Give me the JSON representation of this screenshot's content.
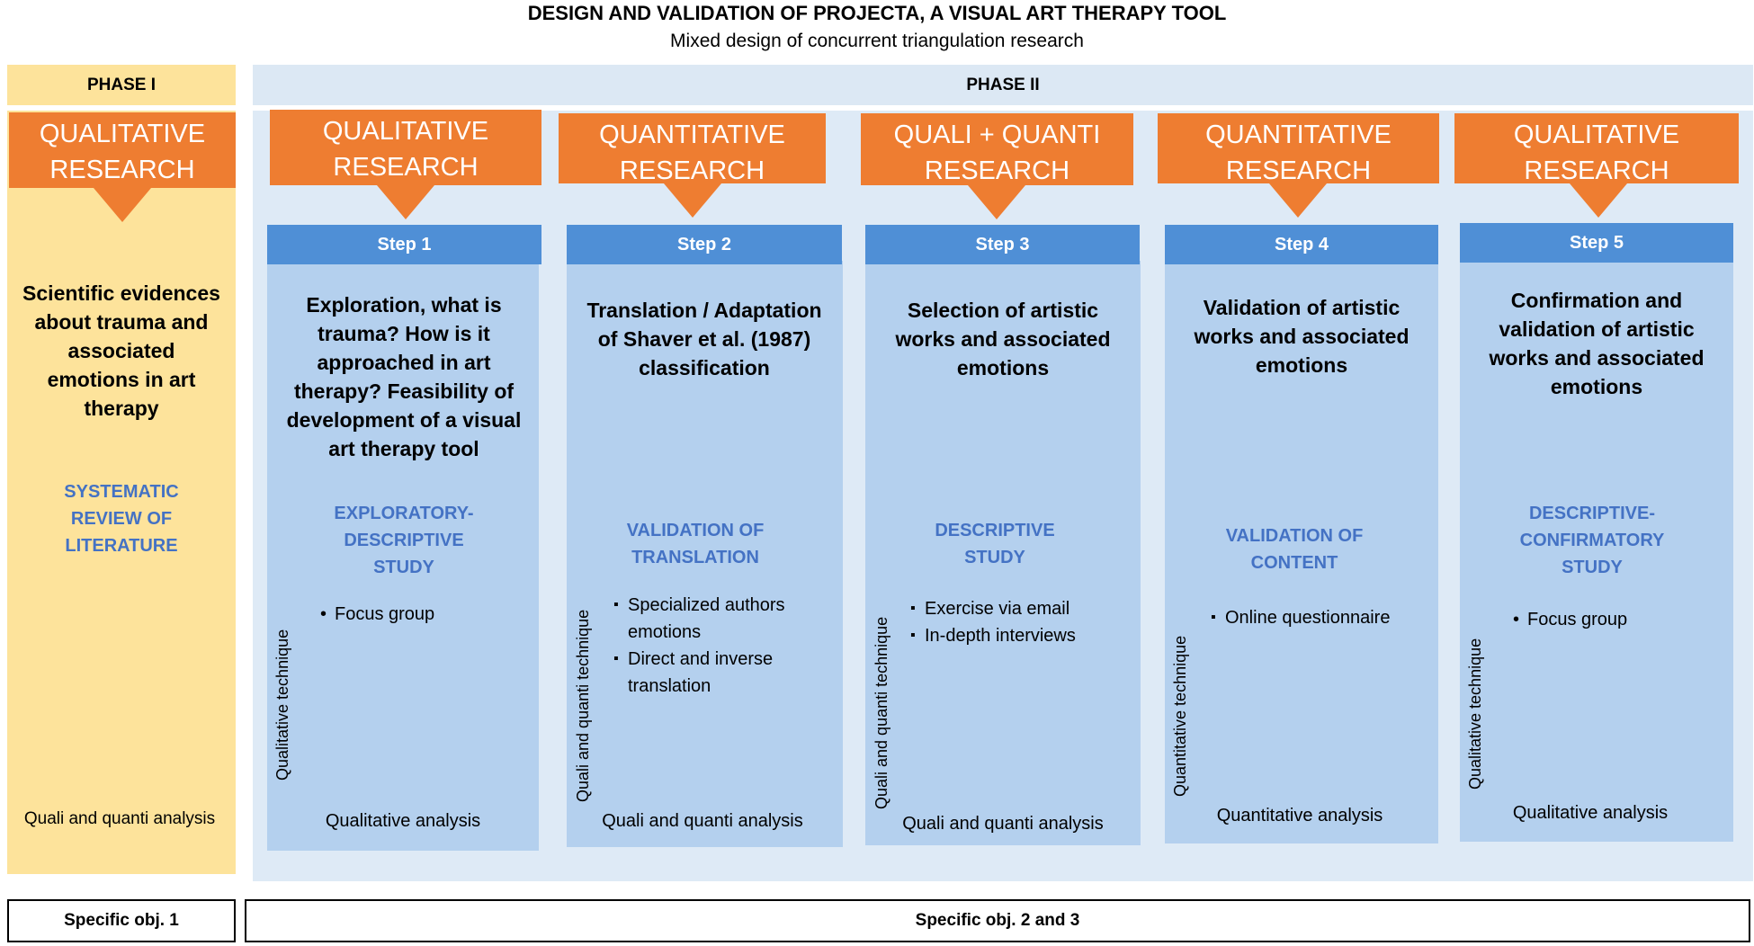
{
  "title": "DESIGN AND VALIDATION OF PROJECTA, A VISUAL ART THERAPY TOOL",
  "subtitle": "Mixed design of concurrent triangulation research",
  "phase1": {
    "label": "PHASE I",
    "research": [
      "QUALITATIVE",
      "RESEARCH"
    ],
    "heading": [
      "Scientific evidences",
      "about trauma and",
      "associated",
      "emotions in art",
      "therapy"
    ],
    "method": [
      "SYSTEMATIC",
      "REVIEW OF",
      "LITERATURE"
    ],
    "analysis": "Quali and quanti analysis",
    "objective": "Specific obj.  1"
  },
  "phase2": {
    "label": "PHASE II",
    "objective": "Specific obj. 2 and 3",
    "steps": [
      {
        "research": [
          "QUALITATIVE",
          "RESEARCH"
        ],
        "step": "Step 1",
        "heading": [
          "Exploration, what is",
          "trauma? How is it",
          "approached in art",
          "therapy? Feasibility of",
          "development of a visual",
          "art therapy tool"
        ],
        "method": [
          "EXPLORATORY-",
          "DESCRIPTIVE",
          "STUDY"
        ],
        "technique": "Qualitative technique",
        "bullets": [
          "Focus group"
        ],
        "analysis": "Qualitative analysis"
      },
      {
        "research": [
          "QUANTITATIVE",
          "RESEARCH"
        ],
        "step": "Step 2",
        "heading": [
          "Translation / Adaptation",
          "of Shaver et al. (1987)",
          "classification"
        ],
        "method": [
          "VALIDATION OF",
          "TRANSLATION"
        ],
        "technique": "Quali and quanti technique",
        "bullets": [
          "Specialized authors emotions",
          "Direct and inverse translation"
        ],
        "analysis": "Quali and quanti analysis"
      },
      {
        "research": [
          "QUALI + QUANTI",
          "RESEARCH"
        ],
        "step": "Step 3",
        "heading": [
          "Selection of artistic",
          "works and associated",
          "emotions"
        ],
        "method": [
          "DESCRIPTIVE",
          "STUDY"
        ],
        "technique": "Quali and quanti technique",
        "bullets": [
          "Exercise via email",
          "In-depth interviews"
        ],
        "analysis": "Quali and quanti analysis"
      },
      {
        "research": [
          "QUANTITATIVE",
          "RESEARCH"
        ],
        "step": "Step 4",
        "heading": [
          "Validation of artistic",
          "works and associated",
          "emotions"
        ],
        "method": [
          "VALIDATION OF",
          "CONTENT"
        ],
        "technique": "Quantitative technique",
        "bullets": [
          "Online questionnaire"
        ],
        "analysis": "Quantitative analysis"
      },
      {
        "research": [
          "QUALITATIVE",
          "RESEARCH"
        ],
        "step": "Step 5",
        "heading": [
          "Confirmation and",
          "validation of artistic",
          "works and associated",
          "emotions"
        ],
        "method": [
          "DESCRIPTIVE-",
          "CONFIRMATORY",
          "STUDY"
        ],
        "technique": "Qualitative technique",
        "bullets": [
          "Focus group"
        ],
        "analysis": "Qualitative analysis"
      }
    ]
  },
  "colors": {
    "orange": "#ee7d31",
    "step_blue": "#4f8fd6",
    "column_blue": "#b4d0ee",
    "phase2_bg": "#deeaf6",
    "phase1_bg": "#fde39b",
    "method_text": "#4472c4"
  }
}
